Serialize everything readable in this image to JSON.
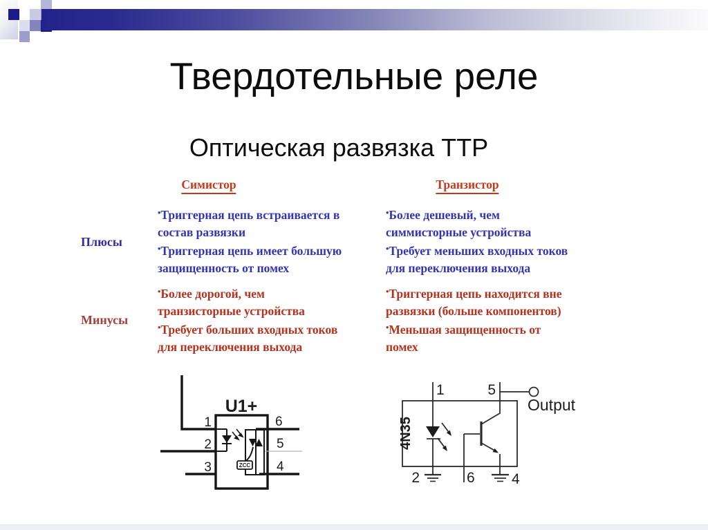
{
  "slide": {
    "title": "Твердотельные реле",
    "subtitle": "Оптическая развязка ТТР"
  },
  "comparison": {
    "col_headers": [
      "Симистор",
      "Транзистор"
    ],
    "row_labels": [
      "Плюсы",
      "Минусы"
    ],
    "pros": {
      "simistor": [
        "Триггерная цепь встраивается в\nсостав развязки",
        "Триггерная цепь имеет большую\nзащищенность от помех"
      ],
      "tranzistor": [
        "Более дешевый, чем\nсиммисторные устройства",
        "Требует меньших входных токов\nдля переключения выхода"
      ]
    },
    "cons": {
      "simistor": [
        "Более дорогой, чем\nтранзисторные устройства",
        "Требует больших входных токов\nдля переключения выхода"
      ],
      "tranzistor": [
        "Триггерная цепь находится вне\nразвязки (больше компонентов)",
        "Меньшая защищенность от\nпомех"
      ]
    }
  },
  "diagrams": {
    "optotriac": {
      "designator": "U1+",
      "zcc_label": "ZCC",
      "pin1": "1",
      "pin2": "2",
      "pin3": "3",
      "pin4": "4",
      "pin5": "5",
      "pin6": "6"
    },
    "optotransistor": {
      "part_number": "4N35",
      "output_label": "Output",
      "pin1": "1",
      "pin2": "2",
      "pin4": "4",
      "pin5": "5",
      "pin6": "6"
    }
  },
  "colors": {
    "bar_navy": "#23238b",
    "header_red": "#c5391b",
    "pros_blue": "#3334b5",
    "pros_label_blue": "#2e2fa8",
    "cons_red": "#b5321f",
    "cons_label_red": "#a5403c",
    "schematic_ink": "#1d1d1d"
  }
}
